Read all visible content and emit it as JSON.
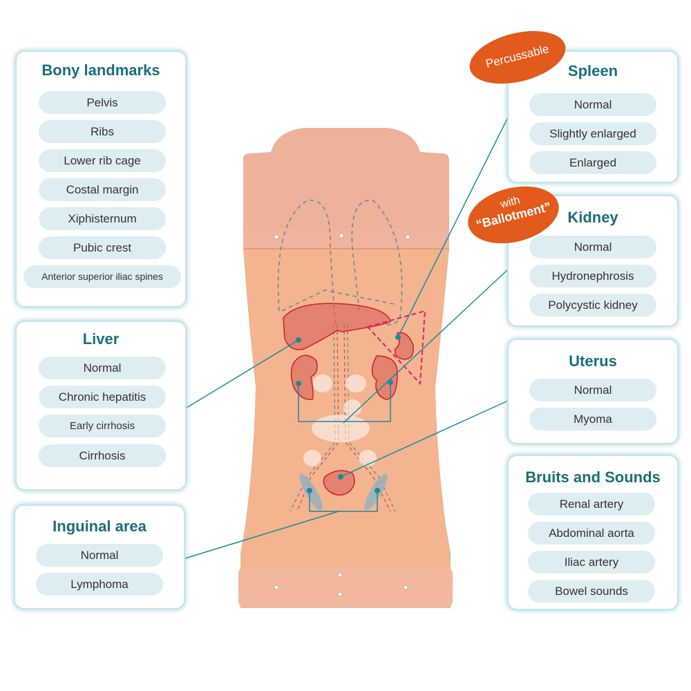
{
  "panels": {
    "bony": {
      "title": "Bony landmarks",
      "items": [
        "Pelvis",
        "Ribs",
        "Lower rib cage",
        "Costal margin",
        "Xiphisternum",
        "Pubic crest",
        "Anterior superior iliac spines"
      ]
    },
    "liver": {
      "title": "Liver",
      "items": [
        "Normal",
        "Chronic hepatitis",
        "Early cirrhosis",
        "Cirrhosis"
      ]
    },
    "inguinal": {
      "title": "Inguinal area",
      "items": [
        "Normal",
        "Lymphoma"
      ]
    },
    "spleen": {
      "title": "Spleen",
      "items": [
        "Normal",
        "Slightly enlarged",
        "Enlarged"
      ]
    },
    "kidney": {
      "title": "Kidney",
      "items": [
        "Normal",
        "Hydronephrosis",
        "Polycystic kidney"
      ]
    },
    "uterus": {
      "title": "Uterus",
      "items": [
        "Normal",
        "Myoma"
      ]
    },
    "bruits": {
      "title": "Bruits and Sounds",
      "items": [
        "Renal artery",
        "Abdominal aorta",
        "Iliac artery",
        "Bowel sounds"
      ]
    }
  },
  "badges": {
    "percussable": "Percussable",
    "ballotment_line1": "with",
    "ballotment_line2": "“Ballotment”"
  },
  "colors": {
    "title": "#1a6e7c",
    "pill": "#deedf2",
    "badge": "#e25a1c",
    "line": "#1a8a9c",
    "organ": "#c8202a"
  }
}
